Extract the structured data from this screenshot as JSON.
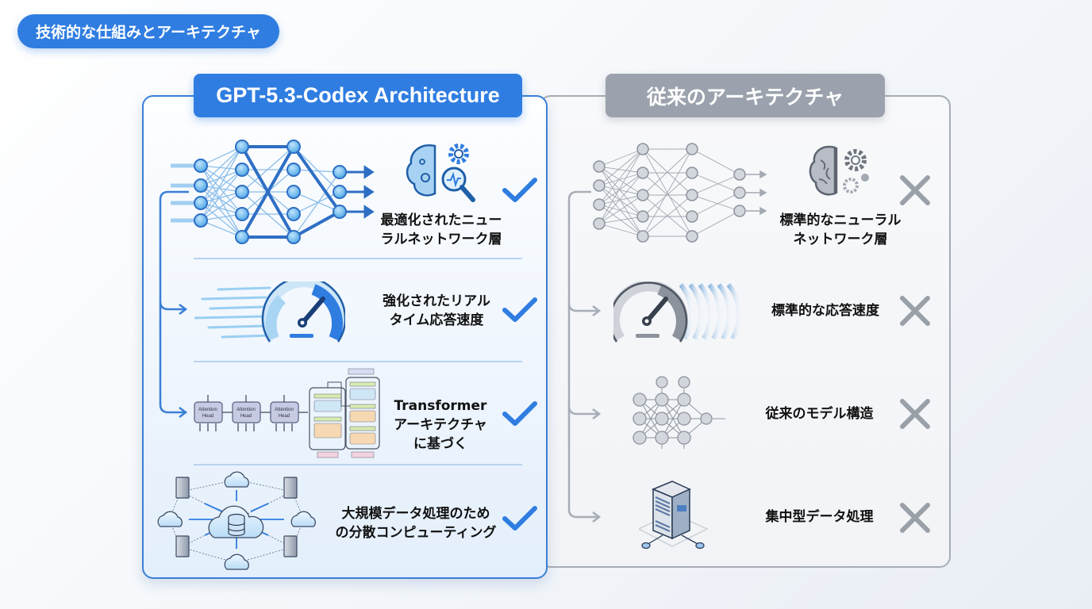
{
  "section_pill": "技術的な仕組みとアーキテクチャ",
  "left_panel": {
    "title": "GPT-5.3-Codex Architecture",
    "accent_color": "#2f7de1",
    "status_icon": "checkmark-icon",
    "items": [
      {
        "label_lines": [
          "最適化されたニュー",
          "ラルネットワーク層"
        ],
        "icon": "neural-network-icon",
        "secondary_icon": "brain-gear-magnifier-icon"
      },
      {
        "label_lines": [
          "強化されたリアル",
          "タイム応答速度"
        ],
        "icon": "fast-speedometer-icon"
      },
      {
        "label_lines": [
          "Transformer",
          "アーキテクチャ",
          "に基づく"
        ],
        "icon": "transformer-diagram-icon",
        "diagram_blocks": [
          "Attention Head",
          "Attention Head",
          "Attention Head"
        ]
      },
      {
        "label_lines": [
          "大規模データ処理のため",
          "の分散コンピューティング"
        ],
        "icon": "distributed-cloud-network-icon"
      }
    ]
  },
  "right_panel": {
    "title": "従来のアーキテクチャ",
    "accent_color": "#9ba2ad",
    "status_icon": "cross-icon",
    "items": [
      {
        "label_lines": [
          "標準的なニューラル",
          "ネットワーク層"
        ],
        "icon": "neural-network-icon",
        "secondary_icon": "brain-gears-icon"
      },
      {
        "label_lines": [
          "標準的な応答速度"
        ],
        "icon": "speedometer-icon"
      },
      {
        "label_lines": [
          "従来のモデル構造"
        ],
        "icon": "model-graph-icon"
      },
      {
        "label_lines": [
          "集中型データ処理"
        ],
        "icon": "server-icon"
      }
    ]
  }
}
